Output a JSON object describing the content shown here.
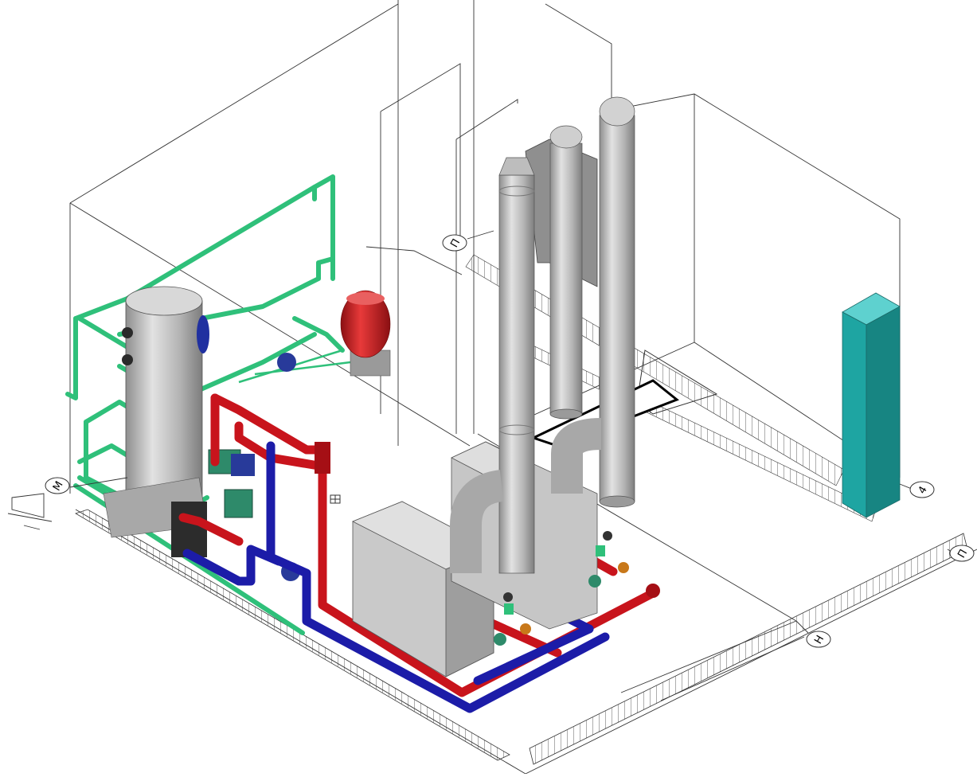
{
  "diagram": {
    "type": "isometric boiler room 3D model",
    "colors": {
      "background": "#ffffff",
      "wireframe": "#333333",
      "supply_pipe": "#c8141c",
      "return_pipe": "#1c1ca8",
      "water_pipe": "#2fc07a",
      "equipment": "#c4c4c4",
      "expansion_tank": "#d11a1a",
      "cabinet": "#1ea5a2"
    },
    "axis_labels": [
      {
        "text": "М"
      },
      {
        "text": "П"
      },
      {
        "text": "4"
      },
      {
        "text": "П"
      },
      {
        "text": "Н"
      }
    ]
  }
}
